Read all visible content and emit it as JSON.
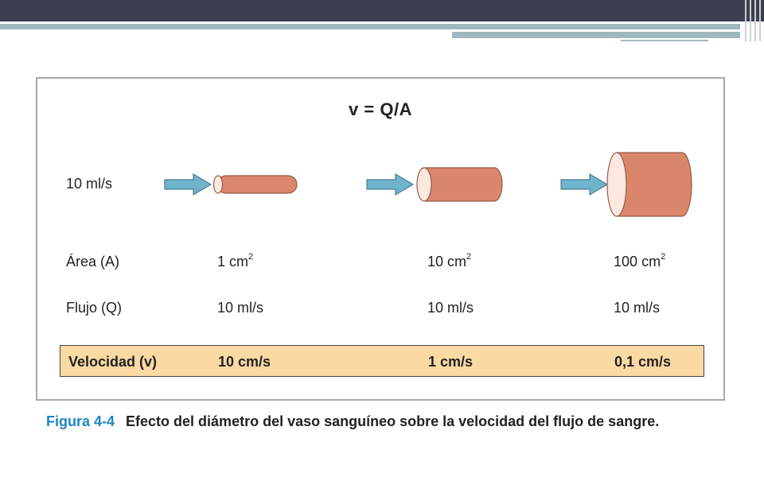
{
  "formula": "v = Q/A",
  "flow_label": "10 ml/s",
  "rows": {
    "area": {
      "label": "Área (A)",
      "unit": "cm",
      "exp": "2",
      "values": [
        "1",
        "10",
        "100"
      ]
    },
    "flow": {
      "label": "Flujo (Q)",
      "values": [
        "10 ml/s",
        "10 ml/s",
        "10 ml/s"
      ]
    },
    "velocity": {
      "label": "Velocidad (v)",
      "values": [
        "10 cm/s",
        "1 cm/s",
        "0,1 cm/s"
      ]
    }
  },
  "caption": {
    "figure_number": "Figura 4-4",
    "text": "Efecto del diámetro del vaso sanguíneo sobre la velocidad del flujo de sangre."
  },
  "colors": {
    "arrow": "#6fb3cc",
    "vessel": "#d9866b",
    "vessel_end": "#fbe9df",
    "highlight": "#fbd9a3",
    "caption_accent": "#1e85c2"
  }
}
